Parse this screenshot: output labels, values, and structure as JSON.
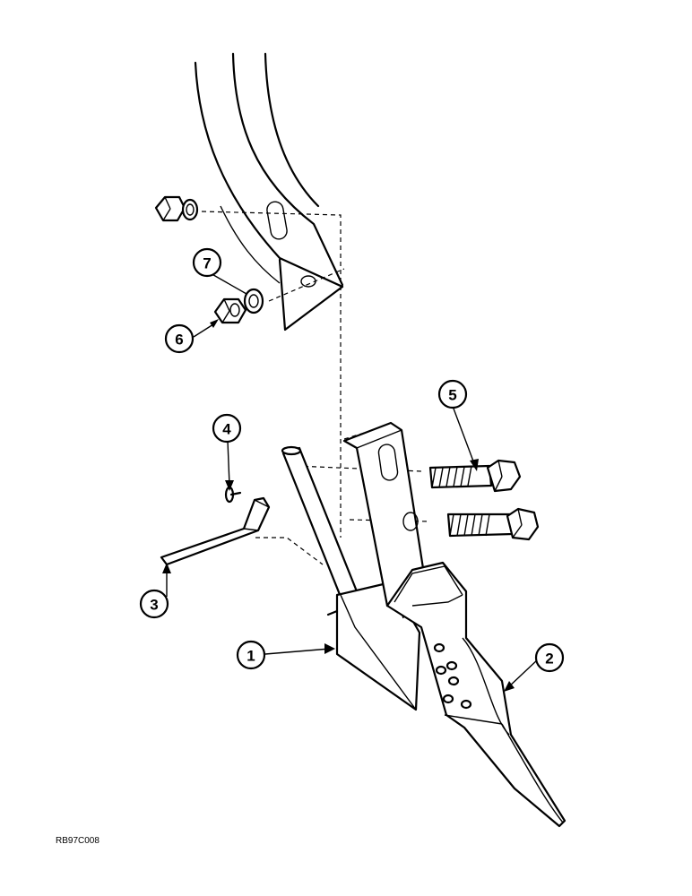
{
  "figure": {
    "id_label": "RB97C008"
  },
  "callouts": [
    {
      "number": "1",
      "part": "shank holder"
    },
    {
      "number": "2",
      "part": "point"
    },
    {
      "number": "3",
      "part": "shear pin retainer"
    },
    {
      "number": "4",
      "part": "pin"
    },
    {
      "number": "5",
      "part": "bolt"
    },
    {
      "number": "6",
      "part": "nut"
    },
    {
      "number": "7",
      "part": "lock washer"
    }
  ],
  "colors": {
    "ink": "#000000",
    "paper": "#ffffff"
  }
}
